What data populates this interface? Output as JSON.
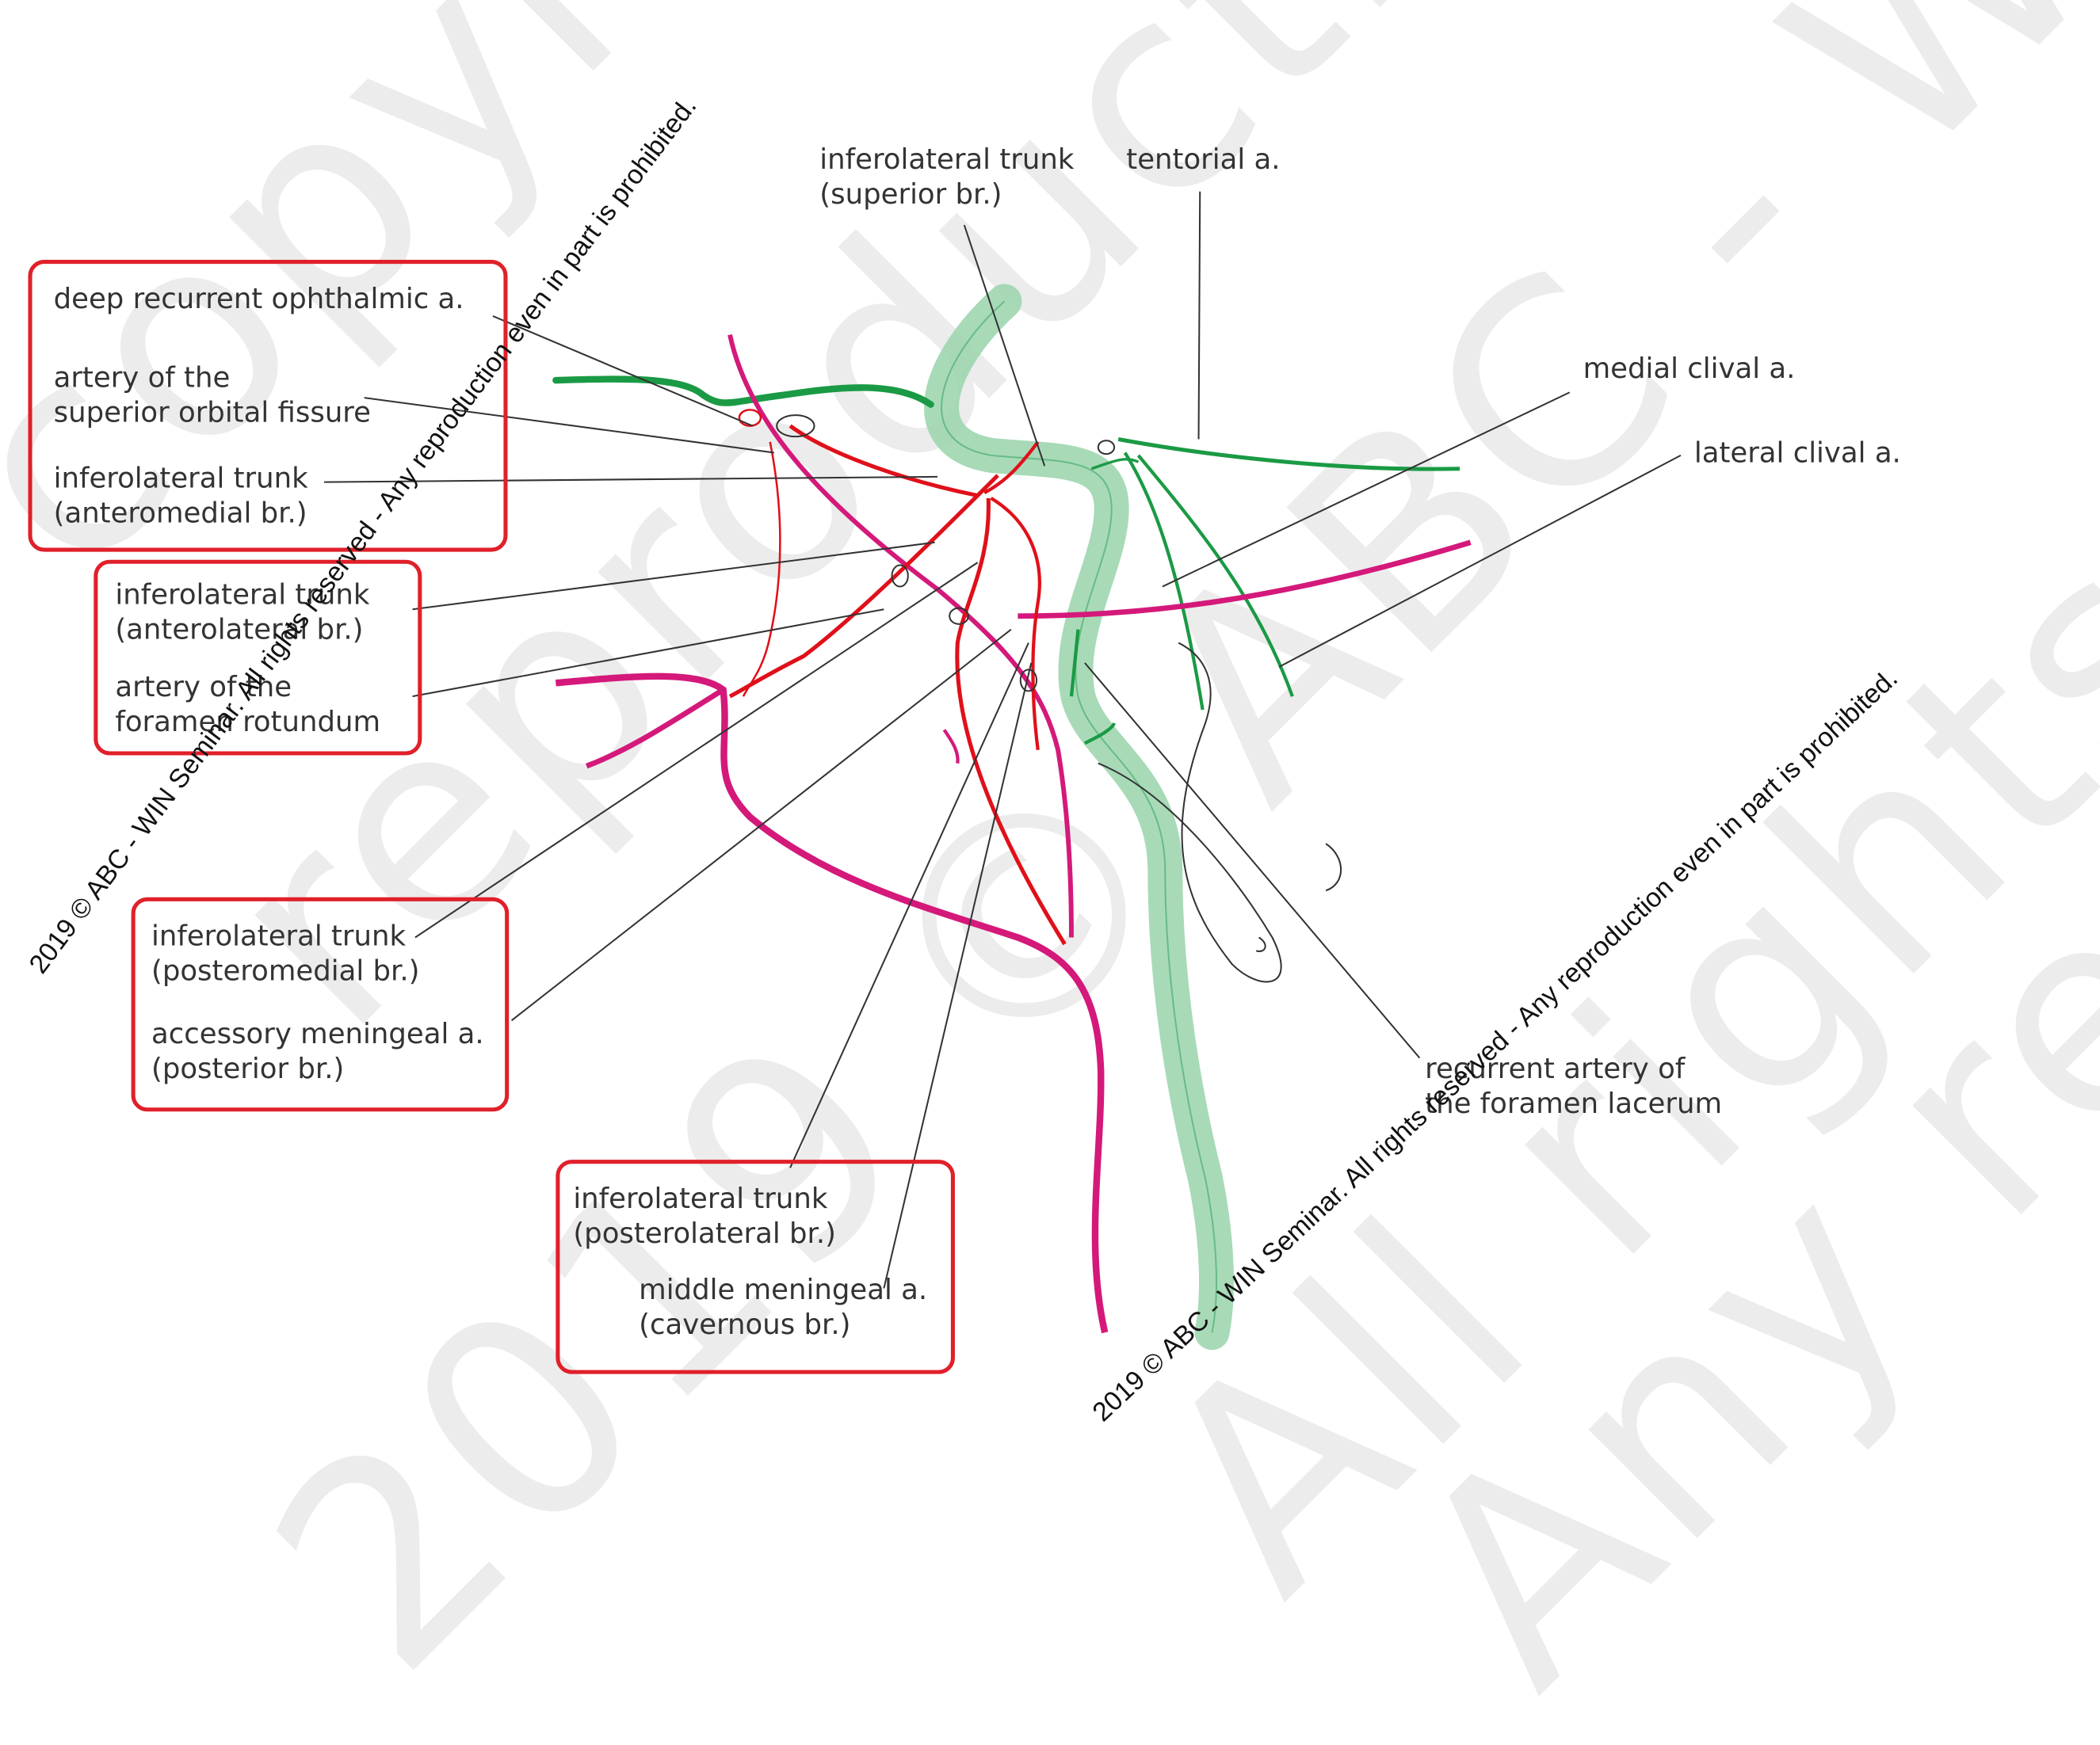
{
  "watermark": {
    "words": [
      "copyright",
      "reproduction even in part",
      "2019 © ABC - WIN Seminar",
      "All rights reserved",
      "Any reproduction even in part is prohibited"
    ]
  },
  "colors": {
    "internal_carotid": "#9fd6b0",
    "green_branches": "#1a9a44",
    "magenta_branches": "#d4197a",
    "red_branches": "#e0101a",
    "leader_lines": "#333333",
    "box_border": "#e0202a"
  },
  "labels": {
    "deep_recurrent_ophthalmic": "deep recurrent ophthalmic a.",
    "artery_sof_1": "artery of the",
    "artery_sof_2": "superior orbital fissure",
    "ilt_am_1": "inferolateral trunk",
    "ilt_am_2": "(anteromedial br.)",
    "ilt_al_1": "inferolateral trunk",
    "ilt_al_2": "(anterolateral br.)",
    "artery_fr_1": "artery of the",
    "artery_fr_2": "foramen rotundum",
    "ilt_pm_1": "inferolateral trunk",
    "ilt_pm_2": "(posteromedial br.)",
    "accessory_meningeal_1": "accessory meningeal a.",
    "accessory_meningeal_2": "(posterior br.)",
    "ilt_pl_1": "inferolateral trunk",
    "ilt_pl_2": "(posterolateral br.)",
    "mma_cav_1": "middle meningeal a.",
    "mma_cav_2": "(cavernous br.)",
    "ilt_sup_1": "inferolateral trunk",
    "ilt_sup_2": "(superior br.)",
    "tentorial": "tentorial a.",
    "medial_clival": "medial clival a.",
    "lateral_clival": "lateral clival a.",
    "recurrent_fl_1": "recurrent artery of",
    "recurrent_fl_2": "the foramen lacerum"
  },
  "notices": {
    "top_left": "2019 © ABC - WIN Seminar.  All rights reserved - Any reproduction even in part is prohibited.",
    "bottom_right": "2019 © ABC - WIN Seminar.  All rights reserved - Any reproduction even in part is prohibited."
  }
}
